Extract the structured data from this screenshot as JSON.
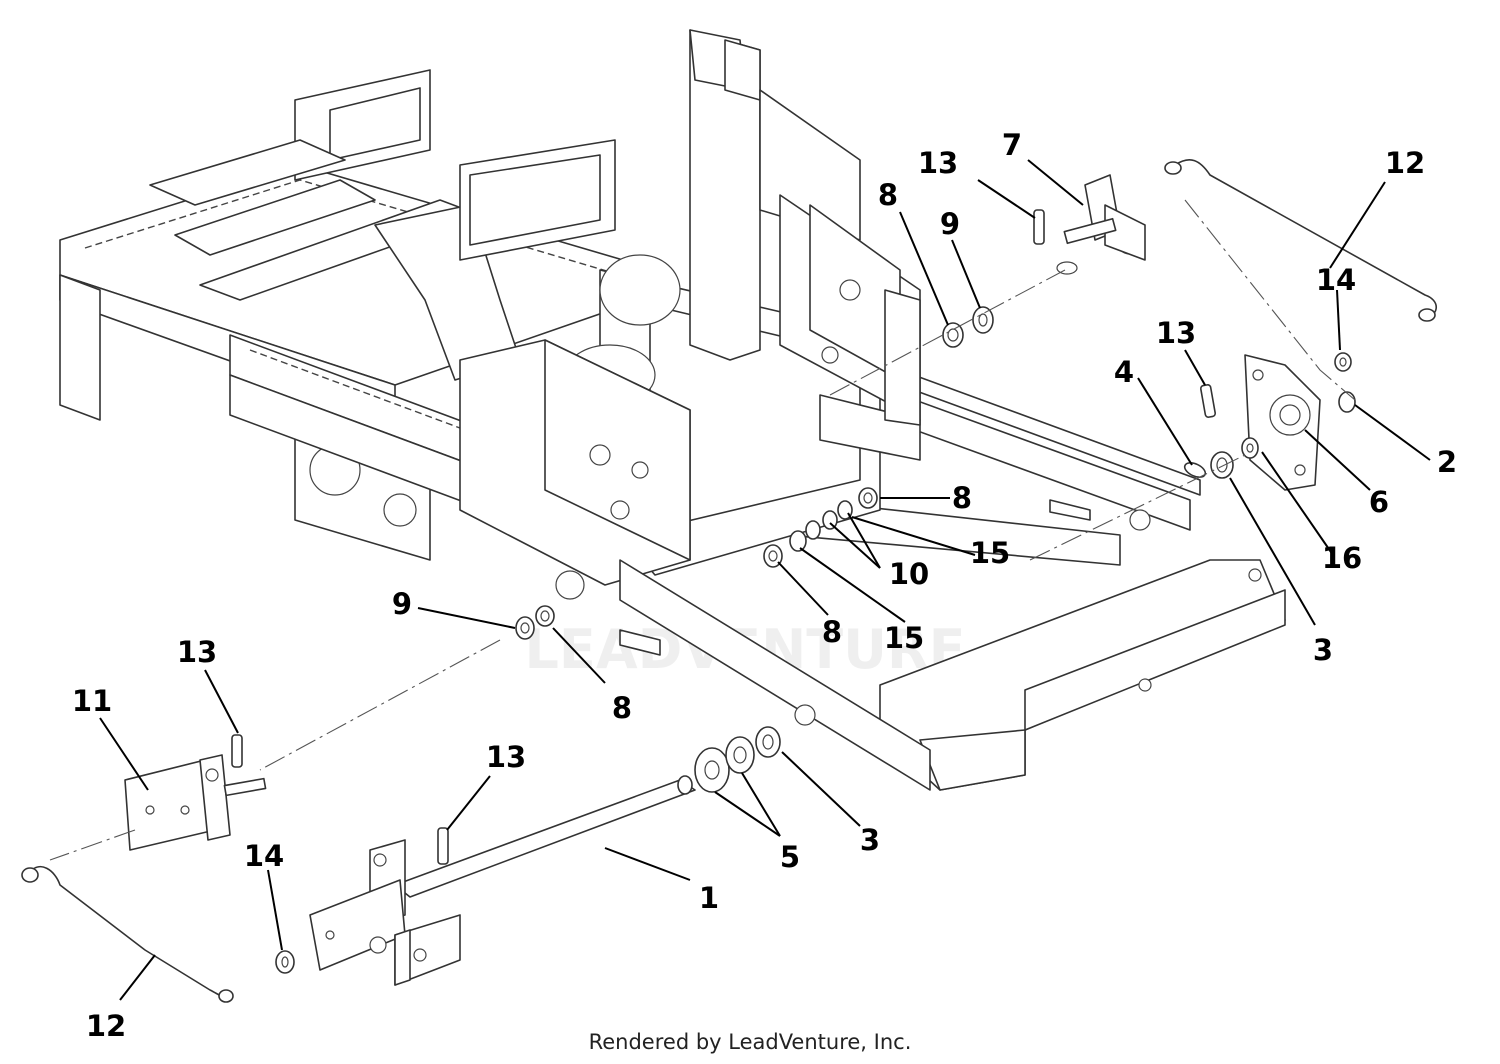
{
  "diagram": {
    "watermark": "LEADVENTURE",
    "credit": "Rendered by LeadVenture, Inc.",
    "callouts": [
      {
        "id": "c-13-top",
        "label": "13"
      },
      {
        "id": "c-7",
        "label": "7"
      },
      {
        "id": "c-12-top",
        "label": "12"
      },
      {
        "id": "c-8-top",
        "label": "8"
      },
      {
        "id": "c-9-top",
        "label": "9"
      },
      {
        "id": "c-14-top",
        "label": "14"
      },
      {
        "id": "c-13-mid",
        "label": "13"
      },
      {
        "id": "c-4",
        "label": "4"
      },
      {
        "id": "c-2",
        "label": "2"
      },
      {
        "id": "c-6",
        "label": "6"
      },
      {
        "id": "c-8-mid",
        "label": "8"
      },
      {
        "id": "c-15-top",
        "label": "15"
      },
      {
        "id": "c-10",
        "label": "10"
      },
      {
        "id": "c-16",
        "label": "16"
      },
      {
        "id": "c-8-center",
        "label": "8"
      },
      {
        "id": "c-15-low",
        "label": "15"
      },
      {
        "id": "c-3-right",
        "label": "3"
      },
      {
        "id": "c-9-left",
        "label": "9"
      },
      {
        "id": "c-8-left",
        "label": "8"
      },
      {
        "id": "c-13-left",
        "label": "13"
      },
      {
        "id": "c-11",
        "label": "11"
      },
      {
        "id": "c-13-low",
        "label": "13"
      },
      {
        "id": "c-3-low",
        "label": "3"
      },
      {
        "id": "c-5",
        "label": "5"
      },
      {
        "id": "c-1",
        "label": "1"
      },
      {
        "id": "c-14-low",
        "label": "14"
      },
      {
        "id": "c-12-low",
        "label": "12"
      }
    ]
  }
}
